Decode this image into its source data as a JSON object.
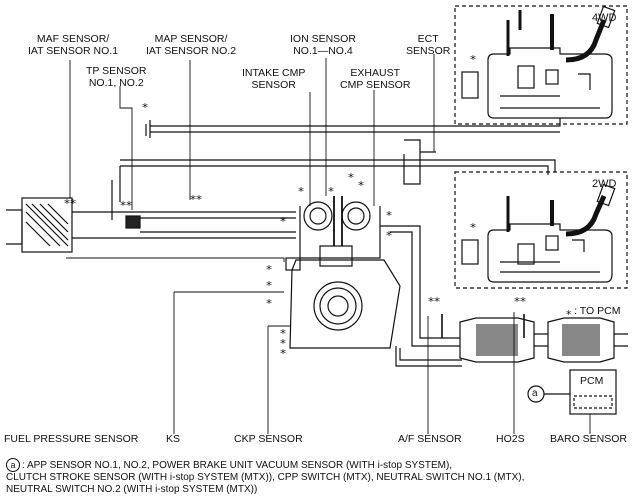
{
  "labels": {
    "maf_sensor": [
      "MAF SENSOR/",
      "IAT SENSOR NO.1"
    ],
    "map_sensor": [
      "MAP SENSOR/",
      "IAT SENSOR NO.2"
    ],
    "ion_sensor": [
      "ION SENSOR",
      "NO.1—NO.4"
    ],
    "ect_sensor": [
      "ECT",
      "SENSOR"
    ],
    "tp_sensor": [
      "TP SENSOR",
      "NO.1, NO.2"
    ],
    "intake_cmp": [
      "INTAKE CMP",
      "SENSOR"
    ],
    "exhaust_cmp": [
      "EXHAUST",
      "CMP SENSOR"
    ],
    "fuel_pressure": "FUEL PRESSURE SENSOR",
    "ks": "KS",
    "ckp": "CKP SENSOR",
    "af_sensor": "A/F SENSOR",
    "ho2s": "HO2S",
    "baro": "BARO SENSOR",
    "pcm": "PCM",
    "to_pcm": "⁎ : TO PCM",
    "four_wd": "4WD",
    "two_wd": "2WD",
    "marker_a": "a"
  },
  "note": {
    "line1": ": APP SENSOR NO.1, NO.2, POWER BRAKE UNIT VACUUM SENSOR (WITH i-stop SYSTEM),",
    "line2": "CLUTCH STROKE SENSOR (WITH i-stop SYSTEM (MTX)), CPP SWITCH (MTX), NEUTRAL SWITCH NO.1 (MTX),",
    "line3": "NEUTRAL SWITCH NO.2 (WITH i-stop SYSTEM (MTX))"
  }
}
